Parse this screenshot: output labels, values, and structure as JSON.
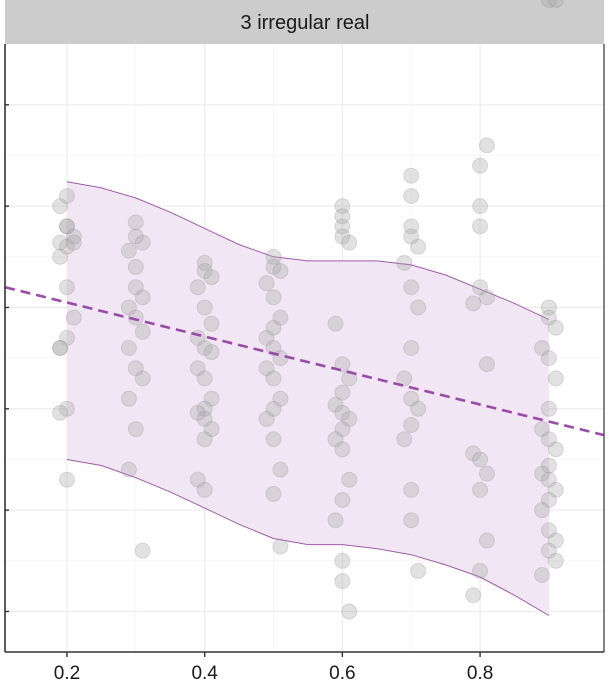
{
  "chart_data": {
    "type": "scatter",
    "title": "",
    "facet_label": "3 irregular real",
    "xlabel": "",
    "ylabel": "",
    "xlim": [
      0.11,
      0.98
    ],
    "ylim": [
      -0.2,
      2.8
    ],
    "x_ticks": [
      0.2,
      0.4,
      0.6,
      0.8
    ],
    "x_tick_labels": [
      "0.2",
      "0.4",
      "0.6",
      "0.8"
    ],
    "y_ticks": [
      0,
      0.5,
      1.0,
      1.5,
      2.0,
      2.5
    ],
    "y_tick_labels": [
      "",
      "",
      "",
      "",
      "",
      ""
    ],
    "grid": true,
    "legend": "none",
    "colors": {
      "points": "#aaaaaa",
      "trend_line": "#9a4aa8",
      "band_fill": "#f1e6f3",
      "band_edge": "#a05aac",
      "strip_bg": "#cccccc",
      "grid": "#ebebeb",
      "frame": "#333333"
    },
    "points": {
      "name": "observations",
      "x": [
        0.19,
        0.2,
        0.2,
        0.19,
        0.2,
        0.21,
        0.2,
        0.19,
        0.2,
        0.21,
        0.2,
        0.19,
        0.2,
        0.19,
        0.2,
        0.21,
        0.19,
        0.3,
        0.3,
        0.31,
        0.29,
        0.3,
        0.3,
        0.31,
        0.29,
        0.3,
        0.31,
        0.29,
        0.3,
        0.31,
        0.29,
        0.3,
        0.29,
        0.31,
        0.4,
        0.4,
        0.41,
        0.39,
        0.4,
        0.41,
        0.39,
        0.4,
        0.41,
        0.39,
        0.4,
        0.41,
        0.4,
        0.39,
        0.4,
        0.41,
        0.4,
        0.39,
        0.4,
        0.5,
        0.5,
        0.51,
        0.49,
        0.5,
        0.51,
        0.5,
        0.49,
        0.5,
        0.51,
        0.49,
        0.5,
        0.51,
        0.5,
        0.49,
        0.5,
        0.51,
        0.5,
        0.51,
        0.6,
        0.6,
        0.61,
        0.59,
        0.6,
        0.61,
        0.6,
        0.59,
        0.6,
        0.61,
        0.6,
        0.59,
        0.6,
        0.61,
        0.6,
        0.59,
        0.6,
        0.61,
        0.6,
        0.6,
        0.6,
        0.7,
        0.7,
        0.71,
        0.69,
        0.7,
        0.71,
        0.7,
        0.69,
        0.7,
        0.71,
        0.7,
        0.69,
        0.7,
        0.7,
        0.71,
        0.7,
        0.7,
        0.8,
        0.8,
        0.81,
        0.79,
        0.8,
        0.81,
        0.79,
        0.8,
        0.81,
        0.8,
        0.81,
        0.8,
        0.79,
        0.8,
        0.81,
        0.9,
        0.9,
        0.91,
        0.89,
        0.9,
        0.91,
        0.9,
        0.89,
        0.9,
        0.91,
        0.9,
        0.89,
        0.9,
        0.91,
        0.9,
        0.89,
        0.9,
        0.91,
        0.9,
        0.91,
        0.89,
        0.9,
        0.91
      ],
      "y": [
        2.0,
        2.05,
        1.9,
        1.82,
        1.9,
        1.85,
        1.8,
        1.75,
        1.6,
        1.45,
        1.35,
        1.3,
        1.0,
        0.98,
        0.65,
        1.82,
        1.3,
        1.92,
        1.85,
        1.82,
        1.78,
        1.7,
        1.6,
        1.55,
        1.5,
        1.45,
        1.38,
        1.3,
        1.2,
        1.15,
        1.05,
        0.9,
        0.7,
        0.3,
        1.72,
        1.68,
        1.65,
        1.6,
        1.5,
        1.42,
        1.35,
        1.3,
        1.28,
        1.2,
        1.15,
        1.05,
        1.0,
        0.98,
        0.95,
        0.9,
        0.85,
        0.65,
        0.6,
        1.75,
        1.7,
        1.68,
        1.62,
        1.55,
        1.45,
        1.4,
        1.35,
        1.3,
        1.25,
        1.2,
        1.15,
        1.05,
        1.0,
        0.95,
        0.85,
        0.7,
        0.58,
        0.32,
        1.9,
        1.85,
        1.82,
        1.42,
        1.22,
        1.15,
        1.08,
        1.02,
        0.98,
        0.95,
        0.9,
        0.85,
        0.8,
        0.65,
        0.55,
        0.45,
        0.15,
        0.0,
        0.25,
        2.0,
        1.95,
        1.9,
        1.85,
        1.8,
        1.72,
        1.6,
        1.5,
        1.3,
        1.15,
        1.05,
        1.0,
        0.92,
        0.85,
        0.6,
        0.45,
        0.2,
        2.15,
        2.05,
        2.0,
        1.9,
        1.55,
        1.52,
        1.6,
        1.22,
        0.78,
        0.75,
        0.68,
        0.6,
        0.35,
        0.2,
        0.08,
        2.2,
        2.3,
        1.5,
        1.45,
        1.4,
        1.3,
        1.25,
        1.15,
        1.0,
        0.9,
        0.85,
        0.8,
        0.72,
        0.68,
        0.65,
        0.6,
        0.55,
        0.5,
        0.4,
        0.35,
        0.3,
        0.25,
        0.18
      ]
    },
    "trend_line": {
      "name": "fit",
      "style": "dashed",
      "x": [
        0.11,
        0.98
      ],
      "y": [
        1.6,
        0.87
      ]
    },
    "band": {
      "name": "interval",
      "x": [
        0.2,
        0.25,
        0.3,
        0.35,
        0.4,
        0.45,
        0.5,
        0.55,
        0.6,
        0.65,
        0.7,
        0.75,
        0.8,
        0.85,
        0.9
      ],
      "upper": [
        2.12,
        2.09,
        2.04,
        1.97,
        1.89,
        1.81,
        1.75,
        1.73,
        1.73,
        1.73,
        1.71,
        1.66,
        1.59,
        1.52,
        1.44
      ],
      "lower": [
        0.75,
        0.72,
        0.66,
        0.59,
        0.51,
        0.43,
        0.36,
        0.33,
        0.33,
        0.31,
        0.28,
        0.23,
        0.17,
        0.08,
        -0.02
      ]
    }
  }
}
